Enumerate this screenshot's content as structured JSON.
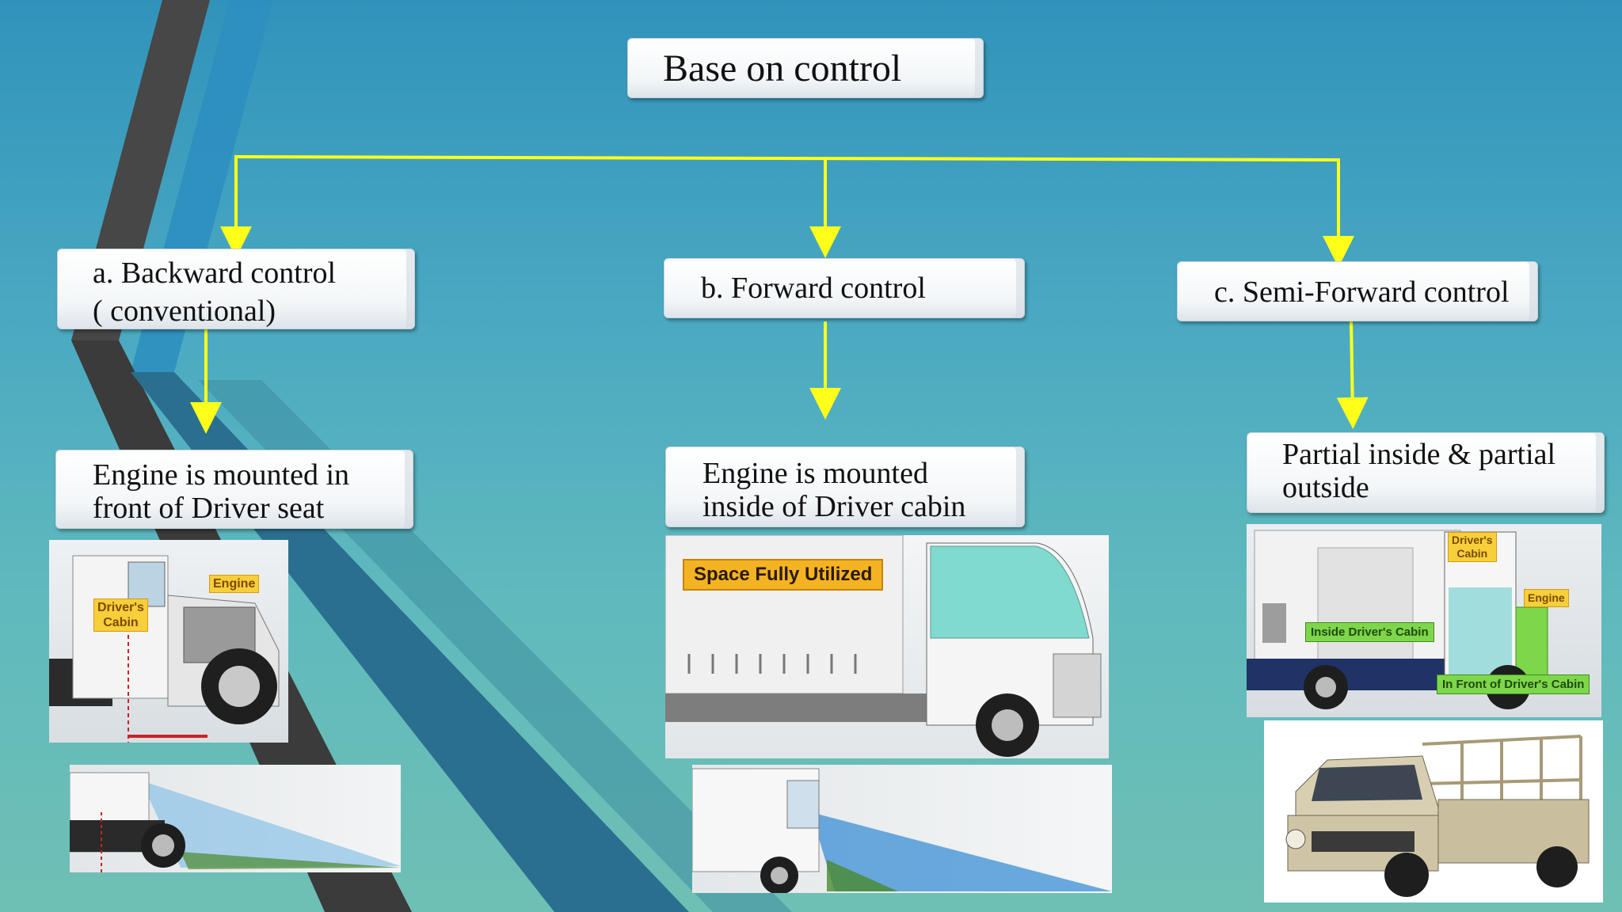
{
  "title": "Base on control",
  "branches": [
    {
      "heading": "a. Backward control\n( conventional)",
      "description": "Engine is mounted in\nfront of Driver seat",
      "image_labels": {
        "engine": "Engine",
        "cabin": "Driver's\nCabin"
      }
    },
    {
      "heading": "b. Forward control",
      "description": "Engine is mounted\ninside of Driver cabin",
      "image_labels": {
        "banner": "Space Fully Utilized"
      }
    },
    {
      "heading": "c. Semi-Forward control",
      "description": "Partial inside & partial\noutside",
      "image_labels": {
        "cabin": "Driver's\nCabin",
        "engine": "Engine",
        "inside": "Inside Driver's Cabin",
        "front": "In Front of Driver's Cabin"
      }
    }
  ],
  "colors": {
    "connector": "#ffff1a",
    "background": "#3fa2c0",
    "stripe_dark": "#3e3e3e",
    "stripe_blue": "#2f8cbb"
  }
}
